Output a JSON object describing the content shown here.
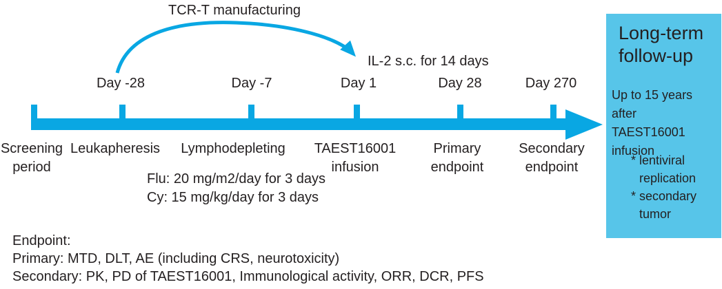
{
  "colors": {
    "accent": "#09a7e3",
    "box_fill": "#57c5e9",
    "text": "#231f20"
  },
  "labels": {
    "manufacturing": "TCR-T manufacturing",
    "il2": "IL-2 s.c. for 14 days"
  },
  "timeline": {
    "days": [
      {
        "label": "Day -28"
      },
      {
        "label": "Day -7"
      },
      {
        "label": "Day 1"
      },
      {
        "label": "Day 28"
      },
      {
        "label": "Day 270"
      }
    ],
    "phases": [
      {
        "label": "Screening period"
      },
      {
        "label": "Leukapheresis"
      },
      {
        "label": "Lymphodepleting"
      },
      {
        "label": "TAEST16001 infusion"
      },
      {
        "label": "Primary endpoint"
      },
      {
        "label": "Secondary endpoint"
      }
    ],
    "regimen": [
      "Flu: 20 mg/m2/day for 3 days",
      "Cy: 15 mg/kg/day for 3 days"
    ]
  },
  "followup": {
    "title": "Long-term follow-up",
    "body": "Up to 15 years after TAEST16001 infusion",
    "bullets": [
      "* lentiviral replication",
      "* secondary tumor"
    ]
  },
  "endpoints": {
    "heading": "Endpoint:",
    "primary": "Primary: MTD, DLT, AE (including CRS, neurotoxicity)",
    "secondary": "Secondary: PK, PD of TAEST16001, Immunological activity, ORR, DCR, PFS"
  }
}
